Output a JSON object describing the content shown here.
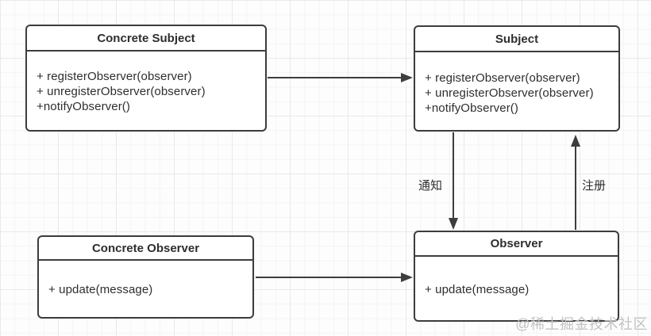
{
  "classes": [
    {
      "title": "Concrete Subject",
      "methods": [
        "+ registerObserver(observer)",
        "+ unregisterObserver(observer)",
        "+notifyObserver()"
      ]
    },
    {
      "title": "Subject",
      "methods": [
        "+ registerObserver(observer)",
        "+ unregisterObserver(observer)",
        "+notifyObserver()"
      ]
    },
    {
      "title": "Concrete Observer",
      "methods": [
        "+ update(message)"
      ]
    },
    {
      "title": "Observer",
      "methods": [
        "+ update(message)"
      ]
    }
  ],
  "edge_labels": {
    "notify": "通知",
    "register": "注册"
  },
  "watermark": "@稀土掘金技术社区",
  "colors": {
    "line": "#3d3d3d",
    "text": "#2e2e2e",
    "watermark": "#c2c2c2",
    "background": "#fdfdfd",
    "grid_major": "#e9e9e9",
    "grid_minor": "#f4f4f4"
  }
}
